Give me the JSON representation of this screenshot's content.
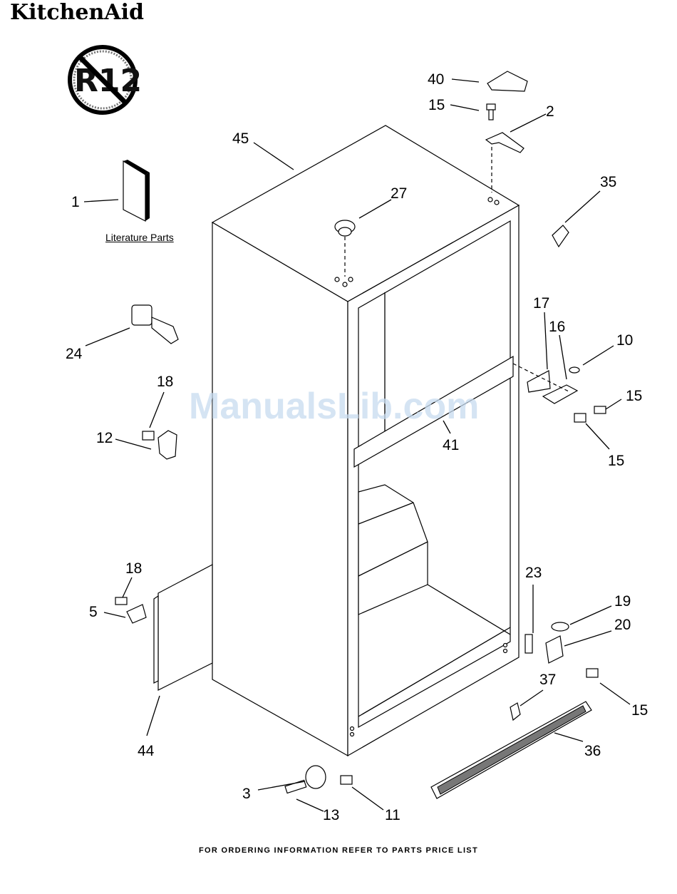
{
  "brand": "KitchenAid",
  "badge": "R12",
  "literature_label": "Literature Parts",
  "watermark": "ManualsLib.com",
  "footer": "FOR ORDERING INFORMATION REFER TO PARTS PRICE LIST",
  "callouts": {
    "c40": "40",
    "c15a": "15",
    "c2": "2",
    "c45": "45",
    "c35": "35",
    "c27": "27",
    "c1": "1",
    "c17": "17",
    "c16": "16",
    "c10": "10",
    "c24": "24",
    "c15b": "15",
    "c18a": "18",
    "c12": "12",
    "c41": "41",
    "c15c": "15",
    "c23": "23",
    "c18b": "18",
    "c19": "19",
    "c5": "5",
    "c20": "20",
    "c37": "37",
    "c15d": "15",
    "c44": "44",
    "c36": "36",
    "c3": "3",
    "c13": "13",
    "c11": "11"
  }
}
